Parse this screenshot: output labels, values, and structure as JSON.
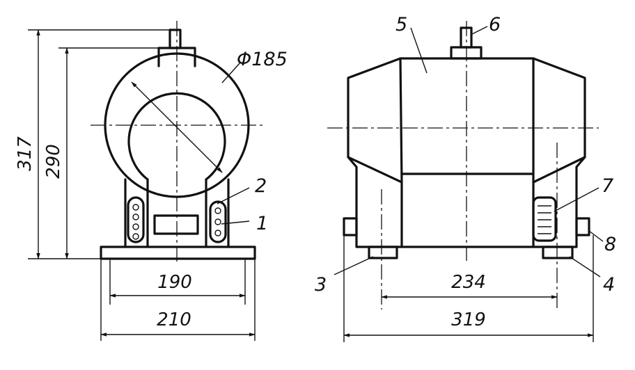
{
  "front_view": {
    "diameter_label": "Φ185",
    "dim_height_overall": "317",
    "dim_height_axis": "290",
    "dim_width_inner": "190",
    "dim_width_base": "210",
    "callout_1": "1",
    "callout_2": "2"
  },
  "side_view": {
    "dim_width_inner": "234",
    "dim_width_overall": "319",
    "callout_3": "3",
    "callout_4": "4",
    "callout_5": "5",
    "callout_6": "6",
    "callout_7": "7",
    "callout_8": "8"
  }
}
